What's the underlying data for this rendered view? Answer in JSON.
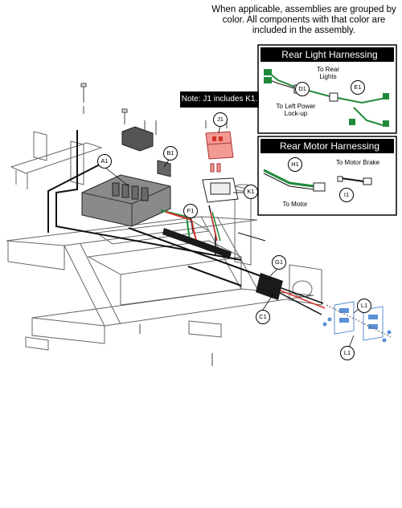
{
  "note_top": "When applicable, assemblies are grouped by color. All components with that color are included in the assembly.",
  "note_j1": "Note: J1 includes K1.",
  "rear_light_panel": {
    "title": "Rear Light Harnessing",
    "label_to_rear_lights": "To Rear Lights",
    "label_to_left_power": "To Left Power Lock-up"
  },
  "rear_motor_panel": {
    "title": "Rear Motor Harnessing",
    "label_to_motor_brake": "To Motor Brake",
    "label_to_motor": "To Motor"
  },
  "callouts": {
    "a1": "A1",
    "b1": "B1",
    "c1": "C1",
    "d1": "D1",
    "e1": "E1",
    "f1": "F1",
    "g1": "G1",
    "h1": "H1",
    "i1": "I1",
    "j1": "J1",
    "k1": "K1",
    "l1_top": "L1",
    "l1_bottom": "L1"
  },
  "colors": {
    "harness_green": "#1f8a3a",
    "harness_red": "#d8332b",
    "connector_pink": "#f29a94",
    "module_blue": "#5b8fd6",
    "controller_gray": "#7d7d7d",
    "sleeve_black": "#1a1a1a"
  }
}
